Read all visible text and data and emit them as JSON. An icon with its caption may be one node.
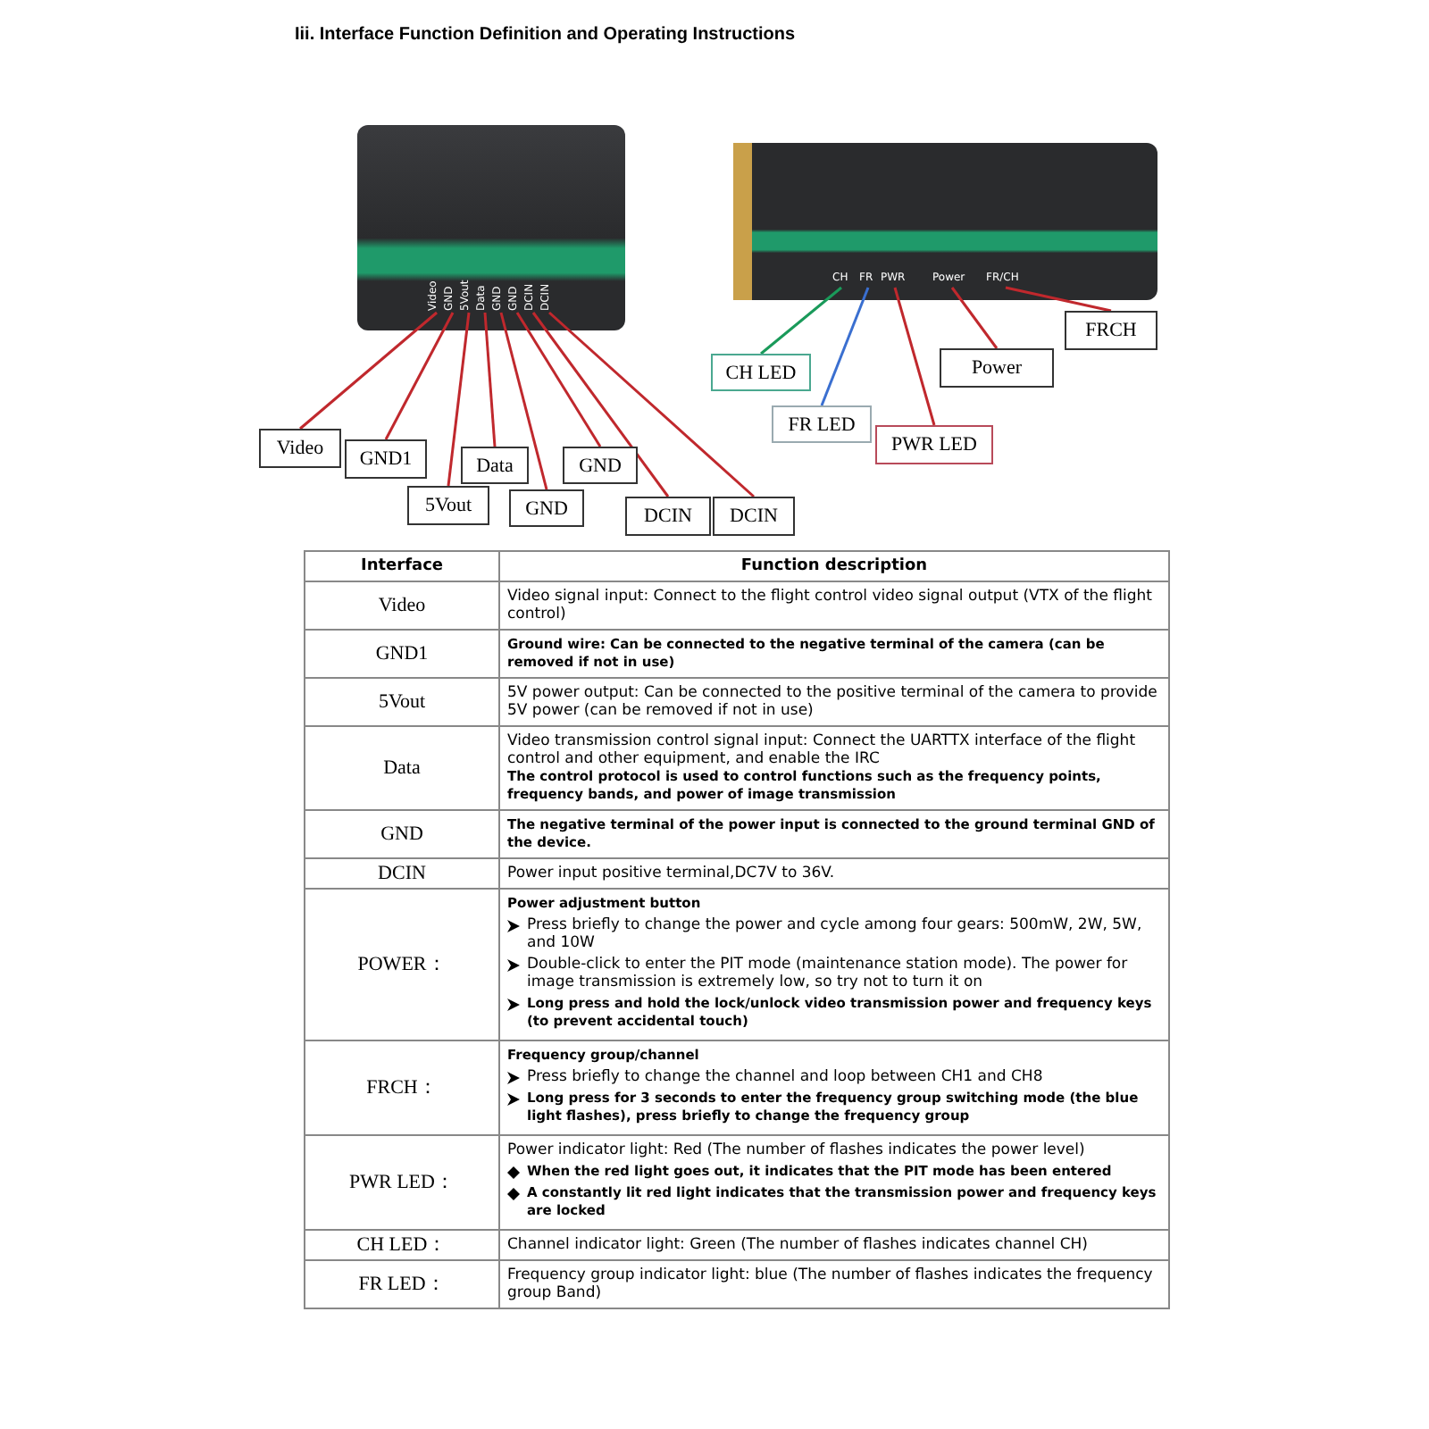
{
  "diagram": {
    "title": "Iii. Interface Function Definition and Operating Instructions",
    "nodes": [
      {
        "text": [],
        "shape": "picture"
      },
      {
        "text": [
          "Video"
        ],
        "in": 0
      },
      {
        "text": [
          "GND"
        ],
        "in": 0
      },
      {
        "text": [
          "5Vout"
        ],
        "in": 0
      },
      {
        "text": [
          "Data"
        ],
        "in": 0
      },
      {
        "text": [
          "GND"
        ],
        "in": 0
      },
      {
        "text": [
          "GND"
        ],
        "in": 0
      },
      {
        "text": [
          "DCIN"
        ],
        "in": 0
      },
      {
        "text": [
          "DCIN"
        ],
        "in": 0
      },
      {
        "text": [],
        "shape": "picture"
      },
      {
        "text": [
          "CH"
        ],
        "in": 9
      },
      {
        "text": [
          "FR"
        ],
        "in": 9
      },
      {
        "text": [
          "PWR"
        ],
        "in": 9
      },
      {
        "text": [
          "Power"
        ],
        "in": 9
      },
      {
        "text": [
          "FR/CH"
        ],
        "in": 9
      },
      {
        "text": [
          "Video"
        ]
      },
      {
        "text": [
          "GND1"
        ]
      },
      {
        "text": [
          "Data"
        ]
      },
      {
        "text": [
          "GND"
        ]
      },
      {
        "text": [
          "5Vout"
        ]
      },
      {
        "text": [
          "GND"
        ]
      },
      {
        "text": [
          "DCIN"
        ]
      },
      {
        "text": [
          "DCIN"
        ]
      },
      {
        "text": [
          "FRCH"
        ]
      },
      {
        "text": [
          "Power"
        ]
      },
      {
        "text": [
          "CH LED"
        ]
      },
      {
        "text": [
          "FR LED"
        ]
      },
      {
        "text": [
          "PWR LED"
        ]
      }
    ],
    "edges": [
      {
        "from": 15,
        "to": 1,
        "arrow": "none"
      },
      {
        "from": 16,
        "to": 2,
        "arrow": "none"
      },
      {
        "from": 19,
        "to": 3,
        "arrow": "none"
      },
      {
        "from": 17,
        "to": 4,
        "arrow": "none"
      },
      {
        "from": 20,
        "to": 5,
        "arrow": "none"
      },
      {
        "from": 18,
        "to": 6,
        "arrow": "none"
      },
      {
        "from": 21,
        "to": 7,
        "arrow": "none"
      },
      {
        "from": 22,
        "to": 8,
        "arrow": "none"
      },
      {
        "from": 25,
        "to": 10,
        "arrow": "none",
        "color": "#1a9a5a"
      },
      {
        "from": 26,
        "to": 11,
        "arrow": "none",
        "color": "#3a6fd0"
      },
      {
        "from": 27,
        "to": 12,
        "arrow": "none"
      },
      {
        "from": 24,
        "to": 13,
        "arrow": "none"
      },
      {
        "from": 23,
        "to": 14,
        "arrow": "none"
      }
    ],
    "labels": [
      "Interface",
      "Function description",
      "Video",
      "Video signal input: Connect to the flight control video signal output (VTX of the flight control)",
      "GND1",
      "Ground wire: Can be connected to the negative terminal of the camera (can be removed if not in use)",
      "5Vout",
      "5V power output: Can be connected to the positive terminal of the camera to provide 5V power (can be removed if not in use)",
      "Data",
      "Video transmission control signal input: Connect the UARTTX interface of the flight control and other equipment, and enable the IRC",
      "The control protocol is used to control functions such as the frequency points, frequency bands, and power of image transmission",
      "GND",
      "The negative terminal of the power input is connected to the ground terminal GND of the device.",
      "DCIN",
      "Power input positive terminal,DC7V to 36V.",
      "POWER：",
      "Power adjustment button",
      "Press briefly to change the power and cycle among four gears: 500mW, 2W, 5W, and 10W",
      "Double-click to enter the PIT mode (maintenance station mode). The power for image transmission is extremely low, so try not to turn it on",
      "Long press and hold the lock/unlock video transmission power and frequency keys (to prevent accidental touch)",
      "FRCH：",
      "Frequency group/channel",
      "Press briefly to change the channel and loop between CH1 and CH8",
      "Long press for 3 seconds to enter the frequency group switching mode (the blue light flashes), press briefly to change the frequency group",
      "PWR LED：",
      "Power indicator light: Red (The number of flashes indicates the power level)",
      "When the red light goes out, it indicates that the PIT mode has been entered",
      "A constantly lit red light indicates that the transmission power and frequency keys are locked",
      "CH LED：",
      "Channel indicator light: Green (The number of flashes indicates channel CH)",
      "FR LED：",
      "Frequency group indicator light: blue (The number of flashes indicates the frequency group Band)"
    ]
  }
}
